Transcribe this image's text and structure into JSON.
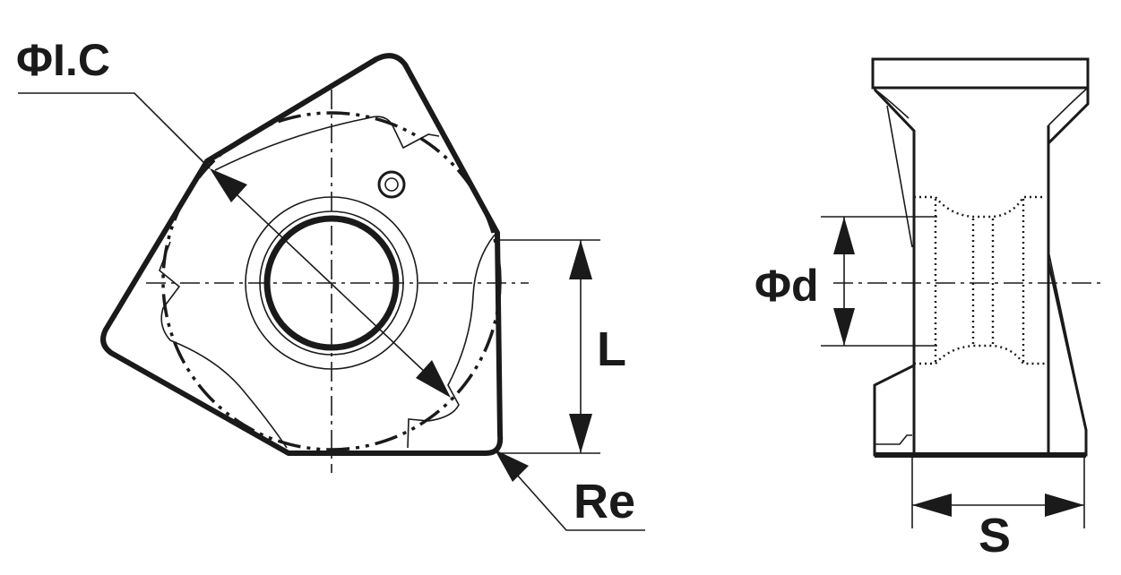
{
  "labels": {
    "inscribed_circle": "ΦI.C",
    "length": "L",
    "corner_radius": "Re",
    "hole_diameter": "Φd",
    "thickness": "S"
  },
  "colors": {
    "line": "#1a1a1a",
    "background": "#ffffff"
  }
}
